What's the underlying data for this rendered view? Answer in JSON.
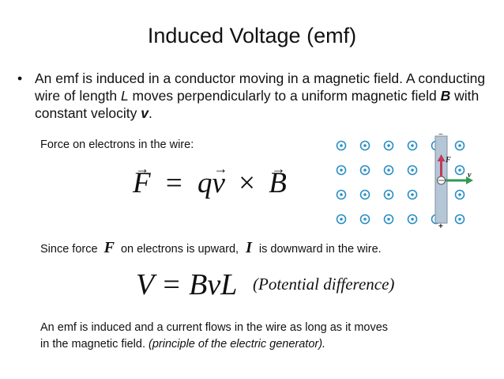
{
  "slide": {
    "title": "Induced Voltage (emf)",
    "bullet": {
      "symbol": "•",
      "part1": "An emf is induced in a conductor moving in a magnetic field. A conducting wire of length ",
      "L": "L",
      "part2": " moves perpendicularly to a uniform magnetic field ",
      "B": "B",
      "part3": " with constant velocity ",
      "v": "v",
      "part4": "."
    },
    "force_label": "Force on electrons in the wire:",
    "force_equation": {
      "F": "F",
      "equals": "=",
      "q": "q",
      "v": "v",
      "times": "×",
      "B": "B",
      "arrow": "→"
    },
    "since": {
      "part1": "Since force",
      "F": "F",
      "part2": "on electrons is upward,",
      "I": "I",
      "part3": "is downward in the wire."
    },
    "voltage_equation": "V = BvL",
    "voltage_note": "(Potential difference)",
    "conclusion": {
      "line1": "An emf is induced and a current flows in the wire as long as it moves",
      "line2_plain": "in the magnetic field. ",
      "line2_italic": "(principle of the electric generator)."
    },
    "figure": {
      "label_F": "F",
      "label_v": "v",
      "label_minus": "−",
      "label_plus": "+",
      "field_color": "#2a8fc4",
      "force_color": "#c23a5a",
      "velocity_color": "#2f9a52",
      "rod_color": "#b5c6d6"
    }
  }
}
